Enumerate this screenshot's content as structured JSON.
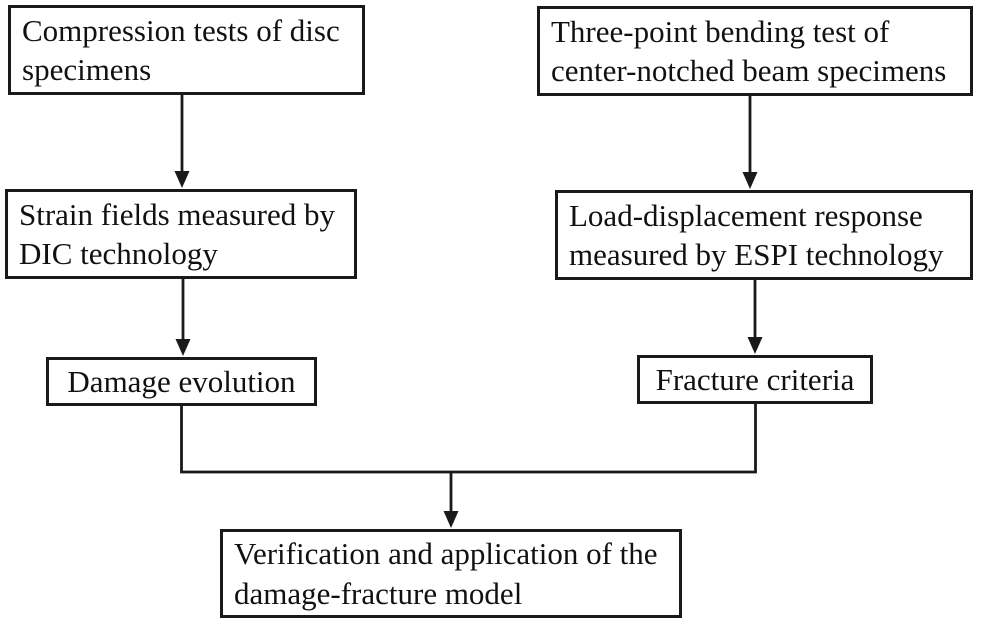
{
  "figure": {
    "type": "flowchart",
    "colors": {
      "background": "#ffffff",
      "line": "#1a1a1a",
      "text": "#111111",
      "box_fill": "#ffffff"
    },
    "nodes": {
      "compression_tests": {
        "label": "Compression tests of disc specimens"
      },
      "three_point_bending": {
        "label": "Three-point bending test of center-notched beam specimens"
      },
      "strain_fields": {
        "label": "Strain fields measured by DIC technology"
      },
      "load_displacement": {
        "label": "Load-displacement response measured by ESPI technology"
      },
      "damage_evolution": {
        "label": "Damage evolution"
      },
      "fracture_criteria": {
        "label": "Fracture criteria"
      },
      "verification": {
        "label": "Verification and application of the damage-fracture model"
      }
    },
    "edges": [
      {
        "from": "compression_tests",
        "to": "strain_fields"
      },
      {
        "from": "three_point_bending",
        "to": "load_displacement"
      },
      {
        "from": "strain_fields",
        "to": "damage_evolution"
      },
      {
        "from": "load_displacement",
        "to": "fracture_criteria"
      },
      {
        "from": "damage_evolution",
        "to": "verification"
      },
      {
        "from": "fracture_criteria",
        "to": "verification"
      }
    ]
  }
}
